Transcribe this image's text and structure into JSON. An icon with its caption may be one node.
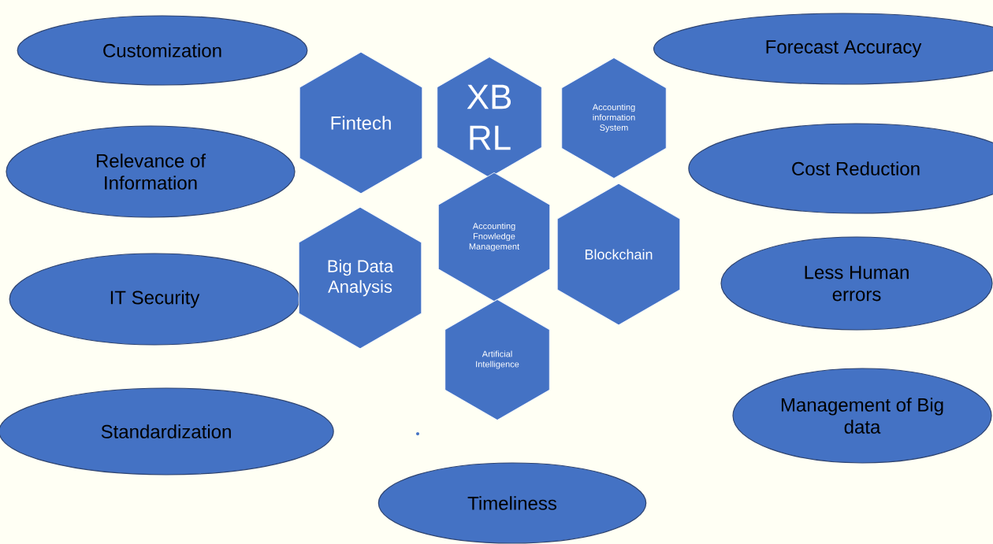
{
  "diagram": {
    "nodes": [
      {
        "text": [
          "Customization"
        ]
      },
      {
        "text": [
          "Relevance of Information"
        ]
      },
      {
        "text": [
          "IT Security"
        ]
      },
      {
        "text": [
          "Standardization"
        ]
      },
      {
        "text": [
          "Fintech"
        ]
      },
      {
        "text": [
          "XB RL"
        ]
      },
      {
        "text": [
          "Accounting information System"
        ]
      },
      {
        "text": [
          "Accounting Fnowledge Management"
        ]
      },
      {
        "text": [
          "Blockchain"
        ]
      },
      {
        "text": [
          "Big Data Analysis"
        ]
      },
      {
        "text": [
          "Artificial Intelligence"
        ]
      },
      {
        "text": [
          "Forecast Accuracy"
        ]
      },
      {
        "text": [
          "Cost Reduction"
        ]
      },
      {
        "text": [
          "Less Human errors"
        ]
      },
      {
        "text": [
          "Management of Big data"
        ]
      },
      {
        "text": [
          "Timeliness"
        ]
      }
    ]
  }
}
